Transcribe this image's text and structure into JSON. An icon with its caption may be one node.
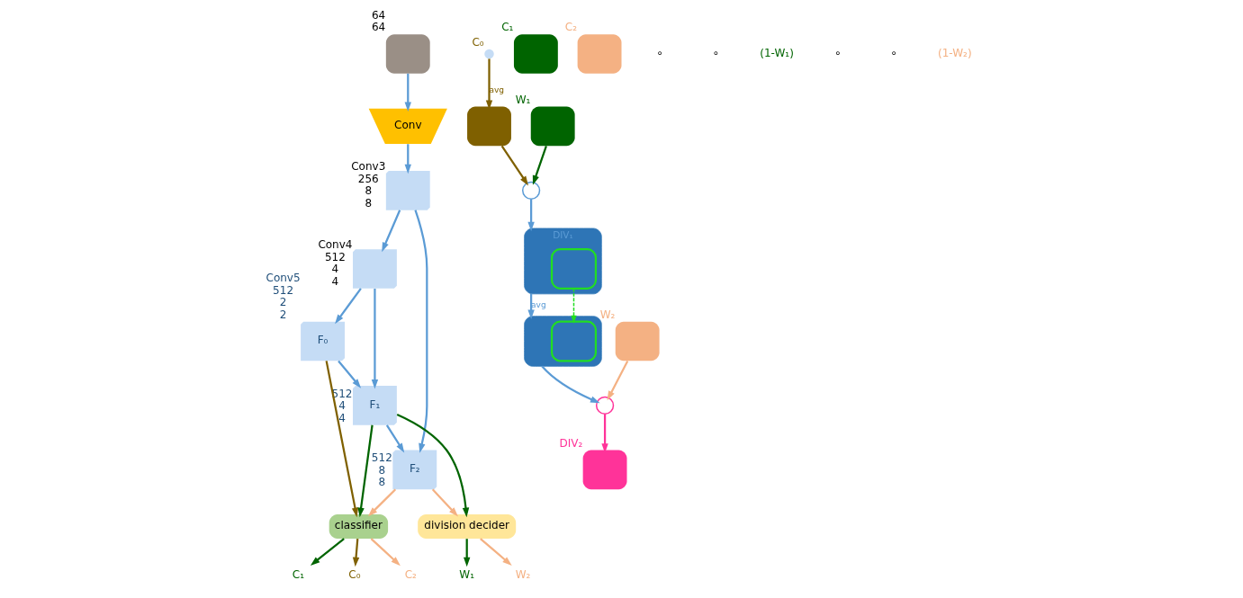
{
  "diagram": {
    "nodes": [
      {
        "text": [],
        "shape": "box",
        "beside": [
          "64",
          "64"
        ]
      },
      {
        "text": [
          "Conv"
        ]
      },
      {
        "text": [],
        "shape": "box",
        "beside": [
          "Conv3",
          "256",
          "8",
          "8"
        ]
      },
      {
        "text": [],
        "shape": "box",
        "beside": [
          "Conv4",
          "512",
          "4",
          "4"
        ]
      },
      {
        "text": [
          "F₀"
        ],
        "beside": [
          "Conv5",
          "512",
          "2",
          "2"
        ]
      },
      {
        "text": [
          "F₁"
        ],
        "beside": [
          "512",
          "4",
          "4"
        ]
      },
      {
        "text": [
          "F₂"
        ],
        "beside": [
          "512",
          "8",
          "8"
        ]
      },
      {
        "text": [
          "division decider"
        ]
      },
      {
        "text": [
          "classifier"
        ]
      },
      {
        "text": [
          "W₂"
        ]
      },
      {
        "text": [
          "W₁"
        ]
      },
      {
        "text": [
          "C₂"
        ]
      },
      {
        "text": [
          "C₁"
        ]
      },
      {
        "text": [
          "C₀"
        ]
      },
      {
        "text": [],
        "shape": "circle",
        "beside": [
          "C₀"
        ]
      },
      {
        "text": [
          "W₁"
        ]
      },
      {
        "text": [
          "C₁"
        ]
      },
      {
        "text": [],
        "shape": "box"
      },
      {
        "text": [],
        "shape": "circle"
      },
      {
        "text": [
          "DIV₁"
        ]
      },
      {
        "text": [],
        "shape": "box",
        "in": 19
      },
      {
        "text": [
          "W₂"
        ]
      },
      {
        "text": [
          "C₂"
        ]
      },
      {
        "text": [],
        "shape": "box"
      },
      {
        "text": [],
        "shape": "box",
        "in": 23
      },
      {
        "text": [],
        "shape": "circle"
      },
      {
        "text": [
          "DIV₂"
        ]
      }
    ],
    "edges": [
      {
        "from": 0,
        "to": 1,
        "arrow": "to"
      },
      {
        "from": 1,
        "to": 2,
        "arrow": "to"
      },
      {
        "from": 2,
        "to": 3,
        "arrow": "to"
      },
      {
        "from": 3,
        "to": 4,
        "arrow": "to"
      },
      {
        "from": 2,
        "to": 6,
        "arrow": "to"
      },
      {
        "from": 3,
        "to": 5,
        "arrow": "to"
      },
      {
        "from": 5,
        "to": 6,
        "arrow": "to"
      },
      {
        "from": 4,
        "to": 5,
        "arrow": "to"
      },
      {
        "from": 6,
        "to": 7,
        "arrow": "to",
        "color": "#f4b183"
      },
      {
        "from": 6,
        "to": 8,
        "arrow": "to",
        "color": "#f4b183"
      },
      {
        "from": 5,
        "to": 7,
        "arrow": "to",
        "color": "#006400"
      },
      {
        "from": 5,
        "to": 8,
        "arrow": "to",
        "color": "#006400"
      },
      {
        "from": 4,
        "to": 8,
        "arrow": "to",
        "color": "#7f6000"
      },
      {
        "from": 7,
        "to": 9,
        "arrow": "to",
        "color": "#f4b183"
      },
      {
        "from": 7,
        "to": 10,
        "arrow": "to",
        "color": "#006400"
      },
      {
        "from": 8,
        "to": 11,
        "arrow": "to",
        "color": "#f4b183"
      },
      {
        "from": 8,
        "to": 12,
        "arrow": "to",
        "color": "#006400"
      },
      {
        "from": 8,
        "to": 13,
        "arrow": "to",
        "color": "#7f6000"
      },
      {
        "from": 14,
        "to": 17,
        "arrow": "to",
        "label": "avg",
        "color": "#7f6000"
      },
      {
        "from": 15,
        "to": 18,
        "arrow": "to",
        "color": "#006400"
      },
      {
        "from": 17,
        "to": 18,
        "arrow": "to",
        "color": "#7f6000"
      },
      {
        "from": 18,
        "to": 19,
        "arrow": "to"
      },
      {
        "from": 19,
        "to": 23,
        "arrow": "to",
        "label": "avg"
      },
      {
        "from": 20,
        "to": 24,
        "arrow": "to",
        "style": "dashed",
        "color": "#22dd22"
      },
      {
        "from": 21,
        "to": 25,
        "arrow": "to",
        "color": "#f4b183"
      },
      {
        "from": 23,
        "to": 25,
        "arrow": "to"
      },
      {
        "from": 25,
        "to": 26,
        "arrow": "to",
        "color": "#ff3399"
      }
    ],
    "labels": [
      "∘",
      "∘",
      "(1-W₁)",
      "∘",
      "∘",
      "(1-W₂)"
    ]
  }
}
